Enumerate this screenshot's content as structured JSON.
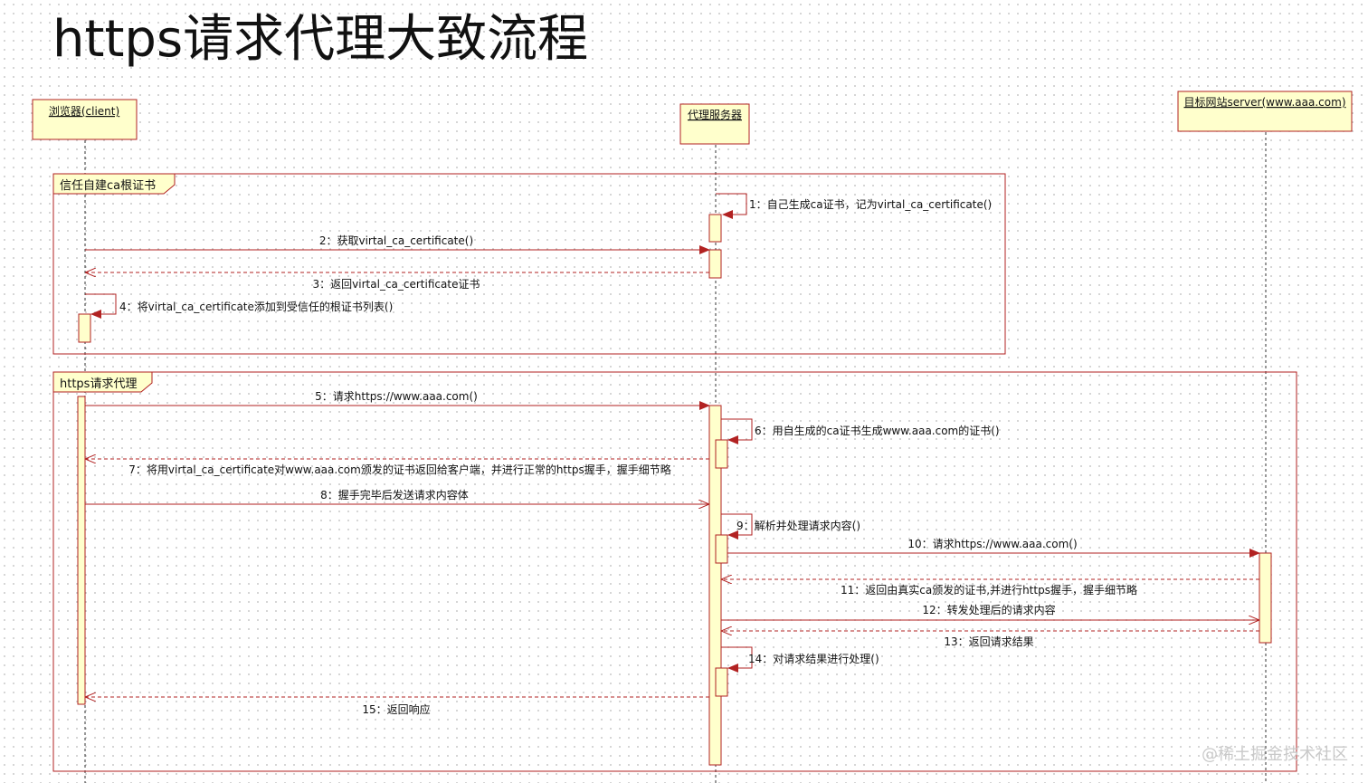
{
  "title": "https请求代理大致流程",
  "participants": [
    {
      "id": "browser",
      "label": "浏览器(client)"
    },
    {
      "id": "proxy",
      "label": "代理服务器"
    },
    {
      "id": "target",
      "label": "目标网站server(www.aaa.com)"
    }
  ],
  "fragments": [
    {
      "id": "trust",
      "label": "信任自建ca根证书"
    },
    {
      "id": "proxying",
      "label": "https请求代理"
    }
  ],
  "messages": [
    {
      "n": 1,
      "text": "1：自己生成ca证书，记为virtal_ca_certificate()",
      "type": "self"
    },
    {
      "n": 2,
      "text": "2：获取virtal_ca_certificate()",
      "type": "call"
    },
    {
      "n": 3,
      "text": "3：返回virtal_ca_certificate证书",
      "type": "return"
    },
    {
      "n": 4,
      "text": "4：将virtal_ca_certificate添加到受信任的根证书列表()",
      "type": "self"
    },
    {
      "n": 5,
      "text": "5：请求https://www.aaa.com()",
      "type": "call"
    },
    {
      "n": 6,
      "text": "6：用自生成的ca证书生成www.aaa.com的证书()",
      "type": "self"
    },
    {
      "n": 7,
      "text": "7：将用virtal_ca_certificate对www.aaa.com颁发的证书返回给客户端，并进行正常的https握手，握手细节略",
      "type": "return"
    },
    {
      "n": 8,
      "text": "8：握手完毕后发送请求内容体",
      "type": "async"
    },
    {
      "n": 9,
      "text": "9：解析并处理请求内容()",
      "type": "self"
    },
    {
      "n": 10,
      "text": "10：请求https://www.aaa.com()",
      "type": "call"
    },
    {
      "n": 11,
      "text": "11：返回由真实ca颁发的证书,并进行https握手，握手细节略",
      "type": "return"
    },
    {
      "n": 12,
      "text": "12：转发处理后的请求内容",
      "type": "async"
    },
    {
      "n": 13,
      "text": "13：返回请求结果",
      "type": "return"
    },
    {
      "n": 14,
      "text": "14：对请求结果进行处理()",
      "type": "self"
    },
    {
      "n": 15,
      "text": "15：返回响应",
      "type": "return"
    }
  ],
  "watermark": "@稀土掘金技术社区",
  "colors": {
    "line": "#b22222",
    "box_fill": "#ffffcc",
    "box_stroke": "#b22222",
    "lifeline": "#333333"
  }
}
